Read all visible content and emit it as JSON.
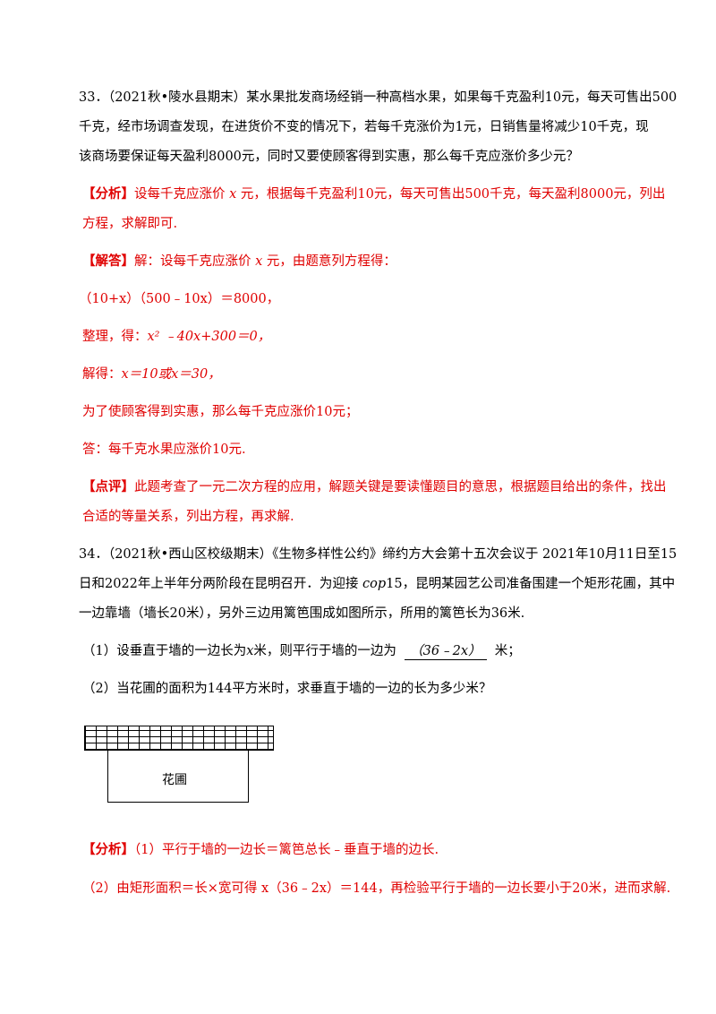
{
  "q33": {
    "line1": "33．（2021秋•陵水县期末）某水果批发商场经销一种高档水果，如果每千克盈利10元，每天可售出500",
    "line2": "千克，经市场调查发现，在进货价不变的情况下，若每千克涨价为1元，日销售量将减少10千克，现",
    "line3": "该商场要保证每天盈利8000元，同时又要使顾客得到实惠，那么每千克应涨价多少元？",
    "analysis_tag": "【分析】",
    "analysis_a": "设每千克应涨价",
    "analysis_var": "x",
    "analysis_b": "元，根据每千克盈利10元，每天可售出500千克，每天盈利8000元，列出",
    "analysis_line2": "方程，求解即可.",
    "solution_tag": "【解答】",
    "solution_a": "解：设每千克应涨价",
    "solution_var": "x",
    "solution_b": "元，由题意列方程得：",
    "eq1": "（10+x）（500﹣10x）＝8000，",
    "eq2_prefix": "整理，得：",
    "eq2": "x² ﹣40x+300＝0，",
    "eq3_prefix": "解得：",
    "eq3": "x＝10或x＝30，",
    "line_choose": "为了使顾客得到实惠，那么每千克应涨价10元；",
    "answer": "答：每千克水果应涨价10元.",
    "comment_tag": "【点评】",
    "comment_1": "此题考查了一元二次方程的应用，解题关键是要读懂题目的意思，根据题目给出的条件，找出",
    "comment_2": "合适的等量关系，列出方程，再求解."
  },
  "q34": {
    "line1": "34．（2021秋•西山区校级期末）《生物多样性公约》缔约方大会第十五次会议于 2021年10月11日至15",
    "line2_a": "日和2022年上半年分两阶段在昆明召开．为迎接",
    "line2_var": "cop",
    "line2_b": "15，昆明某园艺公司准备围建一个矩形花圃，其中",
    "line3": "一边靠墙（墙长20米），另外三边用篱笆围成如图所示，所用的篱笆长为36米.",
    "sub1_a": "（1）设垂直于墙的一边长为",
    "sub1_var": "x",
    "sub1_b": "米，则平行于墙的一边为",
    "sub1_blank": "（36﹣2x）",
    "sub1_c": "米；",
    "sub2": "（2）当花圃的面积为144平方米时，求垂直于墙的一边的长为多少米？",
    "figure_label": "花圃",
    "analysis_tag": "【分析】",
    "analysis_1": "（1）平行于墙的一边长＝篱笆总长﹣垂直于墙的边长.",
    "analysis_2": "（2）由矩形面积＝长×宽可得 x（36﹣2x）＝144，再检验平行于墙的一边长要小于20米，进而求解."
  }
}
